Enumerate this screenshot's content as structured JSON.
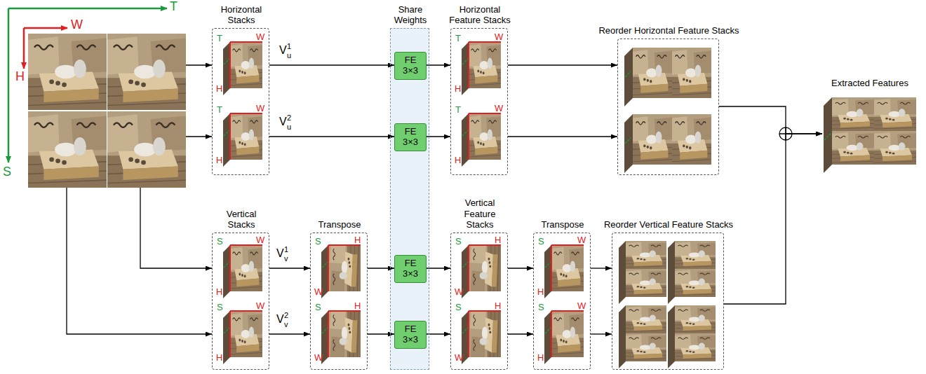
{
  "diagram": {
    "nodes": [
      {
        "text": [
          "T",
          "W",
          "H",
          "S"
        ]
      },
      {
        "text": [
          "Horizontal Stacks"
        ]
      },
      {
        "text": [
          "Share Weights"
        ]
      },
      {
        "text": [
          "FE 3×3"
        ],
        "in": 2
      },
      {
        "text": [
          "FE 3×3"
        ],
        "in": 2
      },
      {
        "text": [
          "FE 3×3"
        ],
        "in": 2
      },
      {
        "text": [
          "FE 3×3"
        ],
        "in": 2
      },
      {
        "text": [
          "Horizontal Feature Stacks"
        ]
      },
      {
        "text": [
          "Reorder Horizontal Feature Stacks"
        ]
      },
      {
        "text": [
          "Vertical Stacks"
        ]
      },
      {
        "text": [
          "Transpose"
        ]
      },
      {
        "text": [
          "Vertical Feature Stacks"
        ]
      },
      {
        "text": [
          "Transpose"
        ]
      },
      {
        "text": [
          "Reorder Vertical Feature Stacks"
        ]
      },
      {
        "text": [
          "Extracted Features"
        ]
      }
    ],
    "edges": [
      {
        "from": 0,
        "to": 1,
        "arrow": "to"
      },
      {
        "from": 0,
        "to": 1,
        "arrow": "to"
      },
      {
        "from": 0,
        "to": 9,
        "arrow": "to"
      },
      {
        "from": 0,
        "to": 9,
        "arrow": "to"
      },
      {
        "from": 1,
        "to": 3,
        "arrow": "to"
      },
      {
        "from": 1,
        "to": 4,
        "arrow": "to"
      },
      {
        "from": 3,
        "to": 7,
        "arrow": "to"
      },
      {
        "from": 4,
        "to": 7,
        "arrow": "to"
      },
      {
        "from": 7,
        "to": 8,
        "arrow": "to"
      },
      {
        "from": 7,
        "to": 8,
        "arrow": "to"
      },
      {
        "from": 9,
        "to": 10,
        "arrow": "to"
      },
      {
        "from": 9,
        "to": 10,
        "arrow": "to"
      },
      {
        "from": 10,
        "to": 5,
        "arrow": "to"
      },
      {
        "from": 10,
        "to": 6,
        "arrow": "to"
      },
      {
        "from": 5,
        "to": 11,
        "arrow": "to"
      },
      {
        "from": 6,
        "to": 11,
        "arrow": "to"
      },
      {
        "from": 11,
        "to": 12,
        "arrow": "to"
      },
      {
        "from": 11,
        "to": 12,
        "arrow": "to"
      },
      {
        "from": 12,
        "to": 13,
        "arrow": "to"
      },
      {
        "from": 12,
        "to": 13,
        "arrow": "to"
      },
      {
        "from": 8,
        "to": 14,
        "arrow": "to"
      },
      {
        "from": 13,
        "to": 14,
        "arrow": "to"
      }
    ],
    "labels": [
      "T",
      "W",
      "H",
      "T",
      "W",
      "H",
      "V",
      "u",
      "1",
      "V",
      "u",
      "2",
      "T",
      "W",
      "H",
      "T",
      "W",
      "H",
      "S",
      "W",
      "H",
      "S",
      "W",
      "H",
      "V",
      "v",
      "1",
      "V",
      "v",
      "2",
      "S",
      "H",
      "W",
      "S",
      "H",
      "W",
      "S",
      "H",
      "W",
      "S",
      "H",
      "W",
      "S",
      "W",
      "H",
      "S",
      "W",
      "H"
    ]
  }
}
